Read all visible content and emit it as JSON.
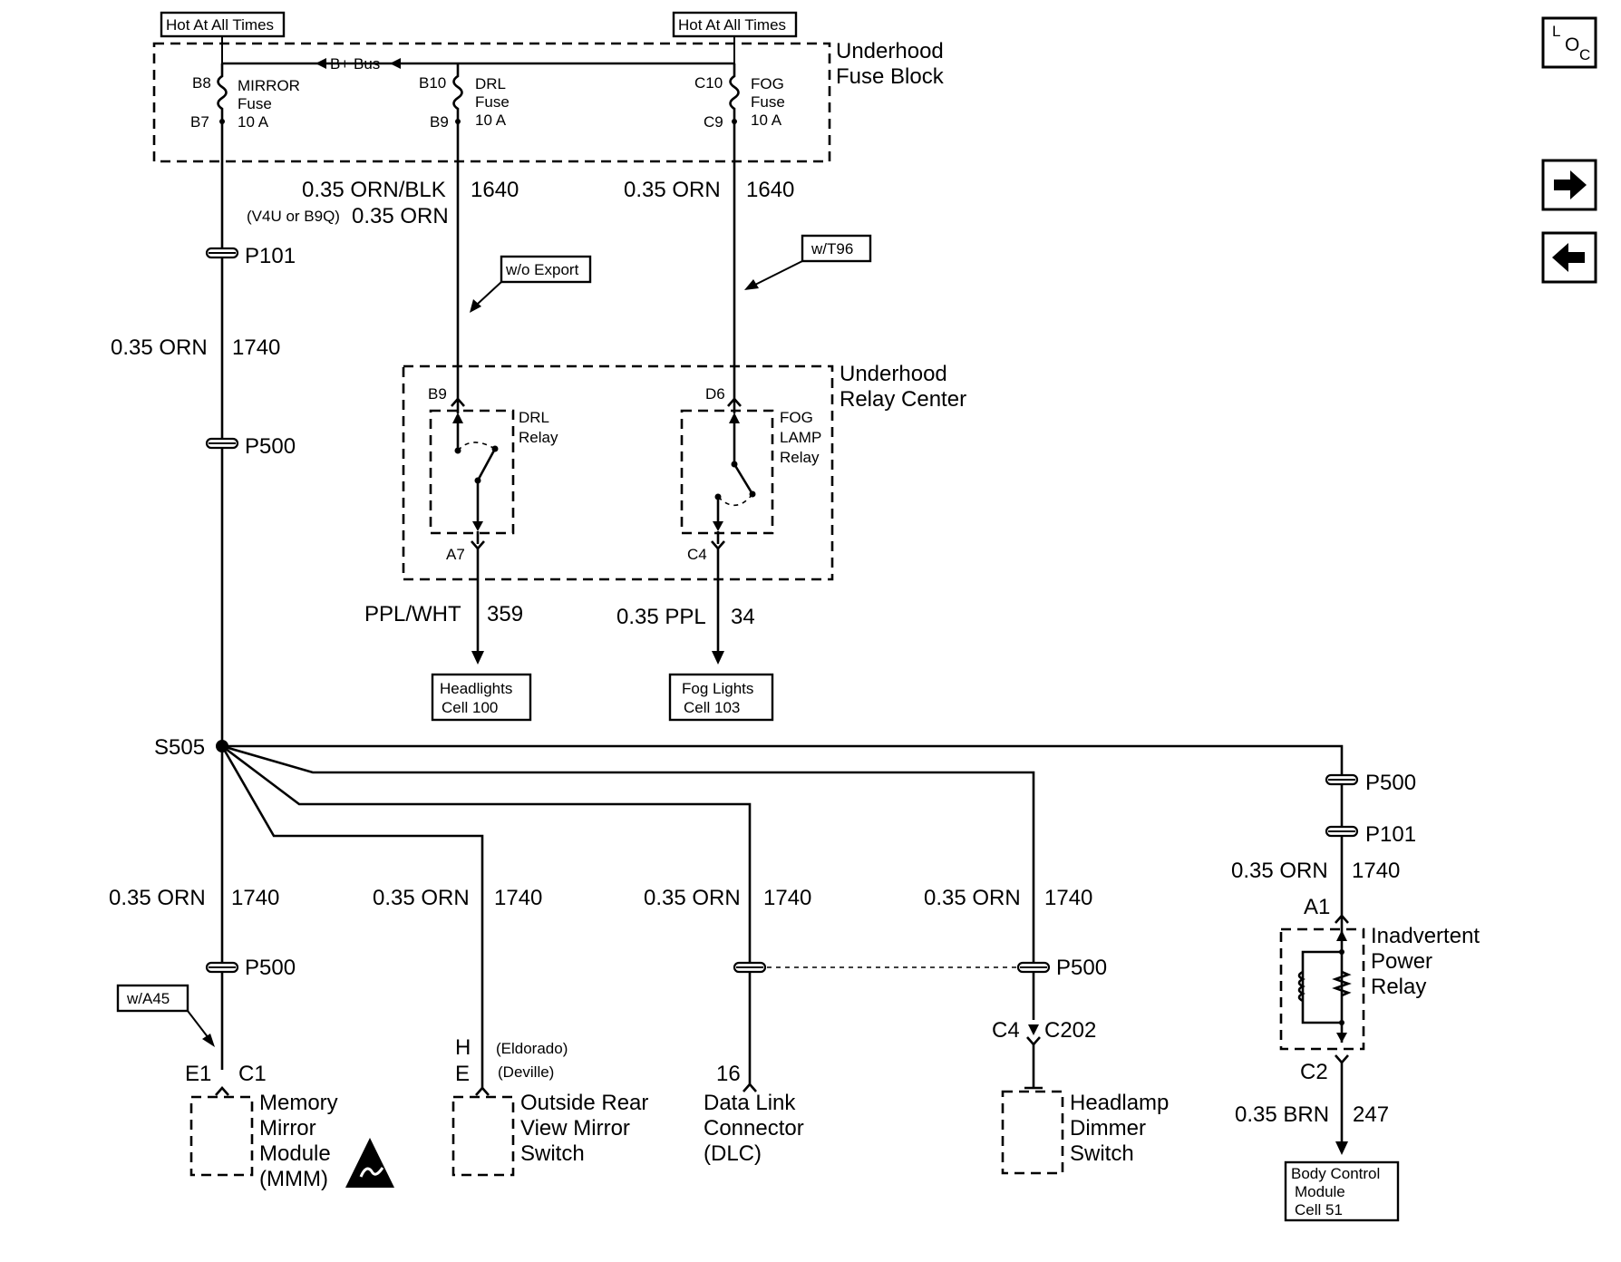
{
  "labels": {
    "hot1": "Hot At All Times",
    "hot2": "Hot At All Times",
    "bplus": "B+ Bus",
    "ufb1": "Underhood",
    "ufb2": "Fuse Block",
    "b8": "B8",
    "b7": "B7",
    "b10": "B10",
    "b9top": "B9",
    "c10": "C10",
    "c9": "C9",
    "mirror1": "MIRROR",
    "mirror2": "Fuse",
    "mirror3": "10 A",
    "drl1": "DRL",
    "drl2": "Fuse",
    "drl3": "10 A",
    "fog1": "FOG",
    "fog2": "Fuse",
    "fog3": "10 A",
    "w1640a": "0.35 ORN/BLK",
    "c1640a": "1640",
    "v4u": "(V4U or B9Q)",
    "v4uw": "0.35 ORN",
    "w1640b": "0.35 ORN",
    "c1640b": "1640",
    "p101a": "P101",
    "woexport": "w/o Export",
    "wt96": "w/T96",
    "w1740a": "0.35 ORN",
    "c1740a": "1740",
    "p500a": "P500",
    "urc1": "Underhood",
    "urc2": "Relay Center",
    "b9": "B9",
    "d6": "D6",
    "a7": "A7",
    "c4a": "C4",
    "drlr1": "DRL",
    "drlr2": "Relay",
    "fogr1": "FOG",
    "fogr2": "LAMP",
    "fogr3": "Relay",
    "w359": "PPL/WHT",
    "c359": "359",
    "w34": "0.35 PPL",
    "c34": "34",
    "hl1": "Headlights",
    "hl2": "Cell 100",
    "fl1": "Fog Lights",
    "fl2": "Cell 103",
    "s505": "S505",
    "p500r": "P500",
    "p101r": "P101",
    "w1740r": "0.35 ORN",
    "c1740r": "1740",
    "a1": "A1",
    "ipr1": "Inadvertent",
    "ipr2": "Power",
    "ipr3": "Relay",
    "c2": "C2",
    "w247": "0.35 BRN",
    "c247": "247",
    "bcm1": "Body Control",
    "bcm2": "Module",
    "bcm3": "Cell 51",
    "w1740b": "0.35 ORN",
    "c1740b": "1740",
    "w1740c": "0.35 ORN",
    "c1740c": "1740",
    "w1740d": "0.35 ORN",
    "c1740d": "1740",
    "w1740e": "0.35 ORN",
    "c1740e": "1740",
    "p500b": "P500",
    "p500c": "P500",
    "wa45": "w/A45",
    "e1": "E1",
    "c1": "C1",
    "mmm1": "Memory",
    "mmm2": "Mirror",
    "mmm3": "Module",
    "mmm4": "(MMM)",
    "h": "H",
    "e": "E",
    "eld": "(Eldorado)",
    "dev": "(Deville)",
    "orv1": "Outside Rear",
    "orv2": "View Mirror",
    "orv3": "Switch",
    "p16": "16",
    "dlc1": "Data Link",
    "dlc2": "Connector",
    "dlc3": "(DLC)",
    "c4b": "C4",
    "c202": "C202",
    "hds1": "Headlamp",
    "hds2": "Dimmer",
    "hds3": "Switch",
    "loc_l": "L",
    "loc_o": "O",
    "loc_c": "C"
  },
  "icons": {
    "esd": "esd-warning-icon",
    "next": "arrow-right-icon",
    "prev": "arrow-left-icon",
    "loc": "location-icon"
  }
}
